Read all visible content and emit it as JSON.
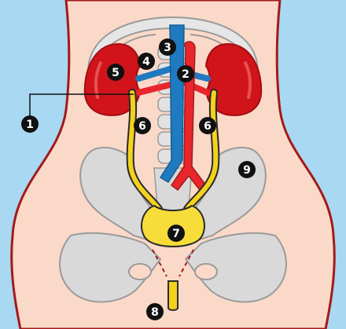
{
  "diagram": {
    "markers": [
      {
        "id": "1",
        "label": "1"
      },
      {
        "id": "2",
        "label": "2"
      },
      {
        "id": "3",
        "label": "3"
      },
      {
        "id": "4",
        "label": "4"
      },
      {
        "id": "5",
        "label": "5"
      },
      {
        "id": "6a",
        "label": "6"
      },
      {
        "id": "6b",
        "label": "6"
      },
      {
        "id": "7",
        "label": "7"
      },
      {
        "id": "8",
        "label": "8"
      },
      {
        "id": "9",
        "label": "9"
      }
    ],
    "colors": {
      "background": "#a9d8f2",
      "body_fill": "#fbd9c9",
      "body_outline": "#a31a1a",
      "bone_fill": "#d9d9d9",
      "bone_outline": "#9a9a9a",
      "kidney": "#d0141a",
      "kidney_dark": "#a20d12",
      "artery": "#e8262b",
      "vein": "#1f7ac0",
      "ureter": "#f2d21c",
      "ureter_outline": "#2a2a2a",
      "bladder": "#f7dd3a",
      "marker_fill": "#111111",
      "marker_text": "#ffffff"
    }
  }
}
